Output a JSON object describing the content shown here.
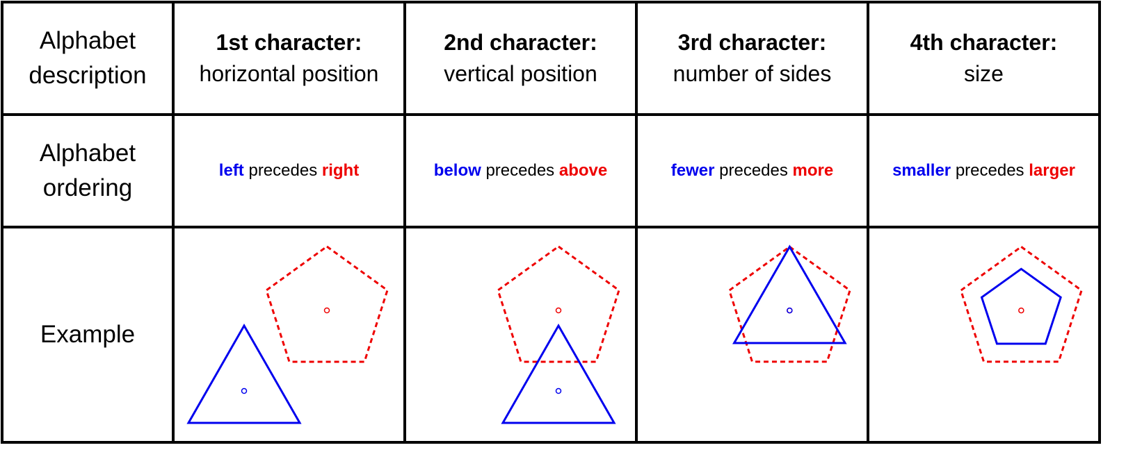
{
  "header": {
    "row_label": [
      "Alphabet",
      "description"
    ],
    "columns": [
      {
        "title": "1st character:",
        "subtitle": "horizontal position"
      },
      {
        "title": "2nd character:",
        "subtitle": "vertical position"
      },
      {
        "title": "3rd character:",
        "subtitle": "number of sides"
      },
      {
        "title": "4th character:",
        "subtitle": "size"
      }
    ]
  },
  "ordering": {
    "row_label": [
      "Alphabet",
      "ordering"
    ],
    "items": [
      {
        "low": "left",
        "mid": "precedes",
        "high": "right"
      },
      {
        "low": "below",
        "mid": "precedes",
        "high": "above"
      },
      {
        "low": "fewer",
        "mid": "precedes",
        "high": "more"
      },
      {
        "low": "smaller",
        "mid": "precedes",
        "high": "larger"
      }
    ]
  },
  "example": {
    "row_label": "Example",
    "items": [
      {
        "first": "triangle, lower-left",
        "second": "pentagon, upper-right"
      },
      {
        "first": "triangle, below",
        "second": "pentagon, above"
      },
      {
        "first": "triangle (3 sides)",
        "second": "pentagon (5 sides)"
      },
      {
        "first": "small pentagon",
        "second": "large pentagon"
      }
    ]
  },
  "colors": {
    "first_shape": "#0000ee",
    "second_shape": "#ee0000",
    "grid": "#000000"
  }
}
